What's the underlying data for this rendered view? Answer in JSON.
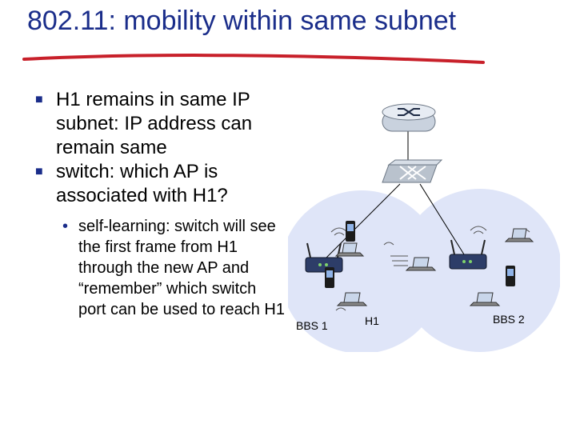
{
  "title": "802.11: mobility within same subnet",
  "bullets": [
    {
      "text": "H1 remains in same IP subnet: IP address can remain same"
    },
    {
      "text": "switch: which AP is associated with H1?"
    }
  ],
  "sub_bullets": [
    {
      "text": "self-learning: switch will see the first frame from H1 through the new AP and “remember” which switch port can be used to reach H1"
    }
  ],
  "diagram": {
    "labels": {
      "bbs1": "BBS 1",
      "h1": "H1",
      "bbs2": "BBS 2"
    },
    "icons": [
      "router-icon",
      "switch-icon",
      "access-point-icon",
      "laptop-icon",
      "phone-icon"
    ]
  },
  "colors": {
    "title": "#1a2d8a",
    "bss_fill": "#dfe5f8",
    "underline": "#c8202a"
  }
}
